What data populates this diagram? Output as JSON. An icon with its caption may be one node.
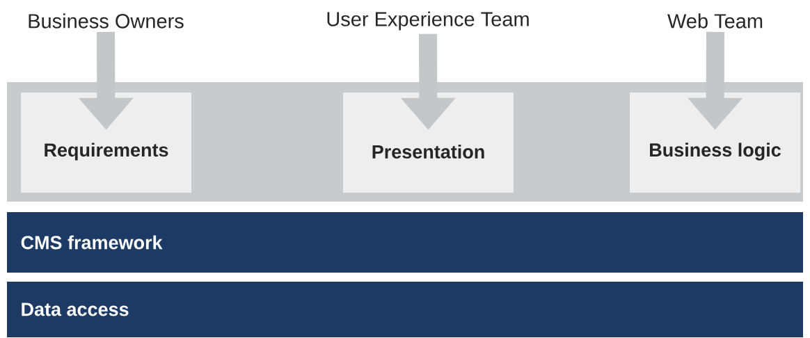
{
  "diagram": {
    "nodes": [
      {
        "text": [],
        "shape": "box"
      },
      {
        "text": [
          "Requirements"
        ],
        "in": 0
      },
      {
        "text": [
          "Presentation"
        ],
        "in": 0
      },
      {
        "text": [
          "Business logic"
        ],
        "in": 0
      },
      {
        "text": [
          "Business Owners"
        ]
      },
      {
        "text": [
          "User Experience Team"
        ]
      },
      {
        "text": [
          "Web Team"
        ]
      },
      {
        "text": [
          "CMS framework"
        ]
      },
      {
        "text": [
          "Data access"
        ]
      }
    ],
    "edges": [
      {
        "from": 4,
        "to": 1,
        "arrow": "to"
      },
      {
        "from": 5,
        "to": 2,
        "arrow": "to"
      },
      {
        "from": 6,
        "to": 3,
        "arrow": "to"
      }
    ]
  }
}
